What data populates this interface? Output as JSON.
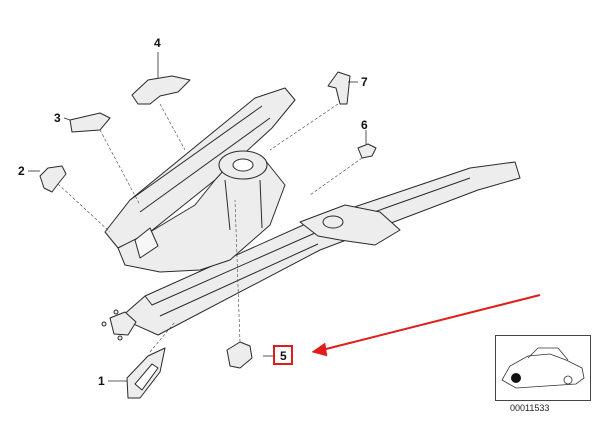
{
  "diagram": {
    "callouts": [
      {
        "id": "1",
        "label": "1"
      },
      {
        "id": "2",
        "label": "2"
      },
      {
        "id": "3",
        "label": "3"
      },
      {
        "id": "4",
        "label": "4"
      },
      {
        "id": "5",
        "label": "5"
      },
      {
        "id": "6",
        "label": "6"
      },
      {
        "id": "7",
        "label": "7"
      }
    ],
    "inset_code": "00011533",
    "colors": {
      "line": "#2a2a2a",
      "part_fill": "#ececec",
      "highlight": "#e21b1b"
    }
  }
}
